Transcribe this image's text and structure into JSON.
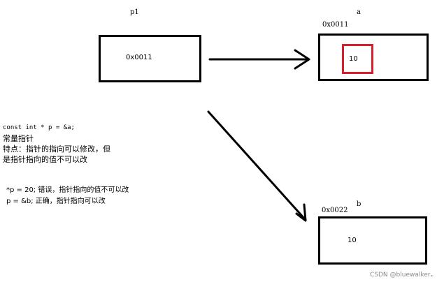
{
  "pointer": {
    "name": "p1",
    "value": "0x0011"
  },
  "var_a": {
    "name": "a",
    "address": "0x0011",
    "value": "10"
  },
  "var_b": {
    "name": "b",
    "address": "0x0022",
    "value": "10"
  },
  "notes": {
    "code_line": "const int * p = &a;",
    "title": "常量指针",
    "feature_1": "特点：指针的指向可以修改，但",
    "feature_2": "是指针指向的值不可以改",
    "example_1": "*p = 20;  错误，指针指向的值不可以改",
    "example_2": "p = &b;   正确，指针指向可以改"
  },
  "watermark": "CSDN @bluewalker。",
  "colors": {
    "box_border": "#000000",
    "highlight_border": "#d61f2c",
    "watermark_text": "#8a8a8a"
  }
}
